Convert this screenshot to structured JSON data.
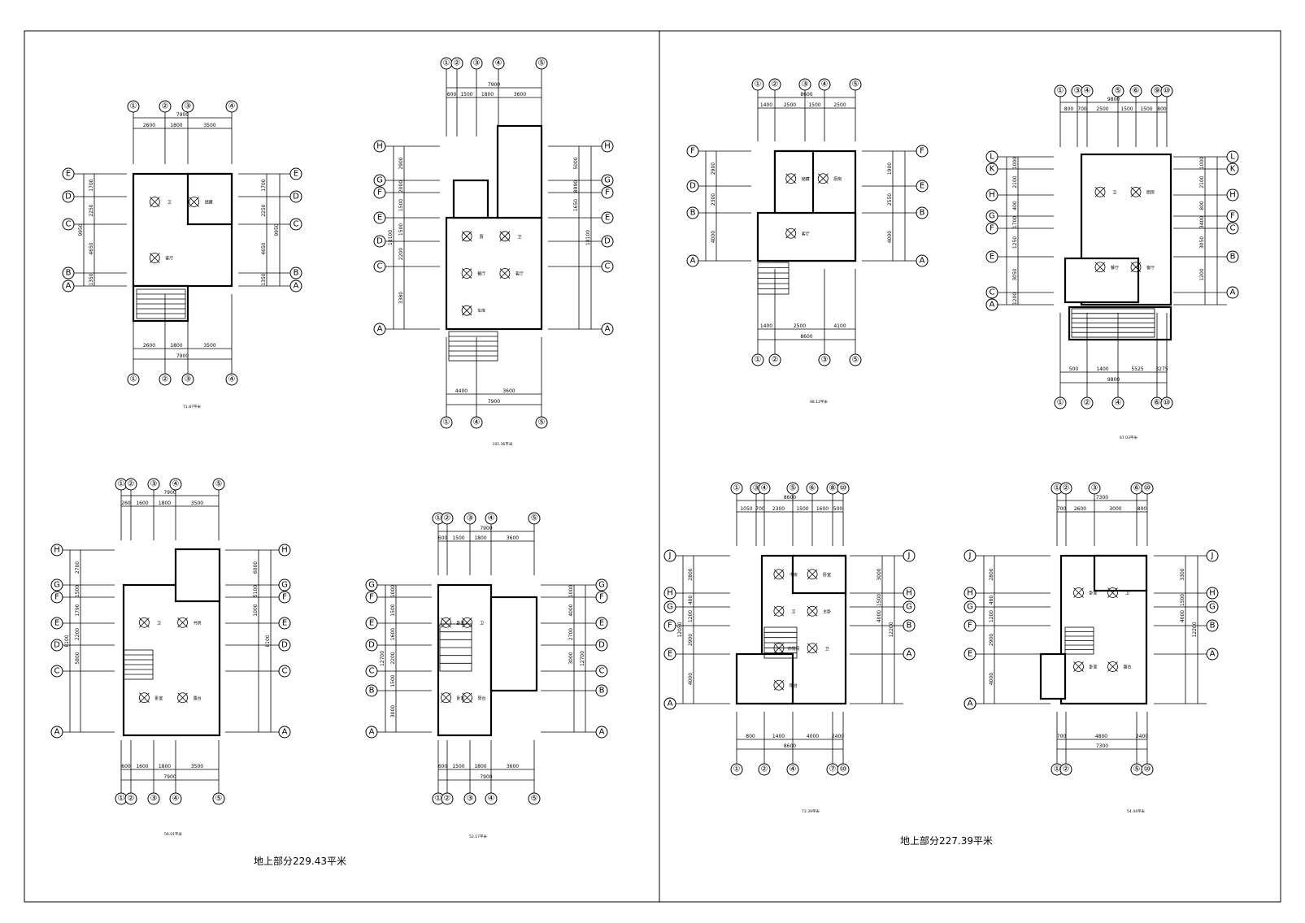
{
  "sheet": {
    "left_panel": {
      "total_area": "地上部分229.43平米",
      "plans": [
        {
          "id": "p1",
          "caption": "71.87平米",
          "top_axes": [
            "①",
            "②",
            "③",
            "④"
          ],
          "top_total": "7900",
          "top_dims": [
            "2600",
            "1800",
            "3500"
          ],
          "side_axes": [
            "E",
            "D",
            "C",
            "B",
            "A"
          ],
          "side_dims": [
            "1700",
            "2250",
            "4650",
            "1350"
          ],
          "side_total": "9950",
          "bottom_axes": [
            "①",
            "②",
            "③",
            "④"
          ],
          "bottom_total": "7900",
          "bottom_dims": [
            "2600",
            "1800",
            "3500"
          ],
          "rooms": [
            "卫",
            "储藏",
            "客厅"
          ]
        },
        {
          "id": "p2",
          "caption": "101.36平米",
          "top_axes": [
            "①",
            "②",
            "③",
            "④",
            "⑤"
          ],
          "top_total": "7900",
          "top_dims": [
            "600",
            "1500",
            "1800",
            "3600"
          ],
          "side_axes": [
            "H",
            "G",
            "F",
            "E",
            "D",
            "C",
            "A"
          ],
          "side_dims": [
            "2900",
            "2000",
            "1500",
            "1500",
            "2200",
            "3380"
          ],
          "side_total": "18100",
          "right_dims": [
            "5000",
            "8990",
            "1650"
          ],
          "bottom_axes": [
            "①",
            "④",
            "⑤"
          ],
          "bottom_total": "7900",
          "bottom_dims": [
            "4400",
            "3600"
          ],
          "rooms": [
            "厨",
            "卫",
            "餐厅",
            "客厅",
            "车库"
          ]
        },
        {
          "id": "p3",
          "caption": "56.01平米",
          "top_axes": [
            "①",
            "②",
            "③",
            "④",
            "⑤"
          ],
          "top_total": "7900",
          "top_dims": [
            "260",
            "1600",
            "1800",
            "3500"
          ],
          "side_axes": [
            "H",
            "G",
            "F",
            "E",
            "D",
            "C",
            "A"
          ],
          "side_dims": [
            "2700",
            "1500",
            "1790",
            "2200",
            "5800"
          ],
          "side_total": "8100",
          "right_dims": [
            "6000",
            "5100",
            "1000"
          ],
          "bottom_axes": [
            "①",
            "②",
            "③",
            "④",
            "⑤"
          ],
          "bottom_total": "7900",
          "bottom_dims": [
            "600",
            "1600",
            "1800",
            "3500"
          ],
          "rooms": [
            "卫",
            "书房",
            "卧室",
            "露台"
          ]
        },
        {
          "id": "p4",
          "caption": "52.17平米",
          "top_axes": [
            "①",
            "②",
            "③",
            "④",
            "⑤"
          ],
          "top_total": "7900",
          "top_dims": [
            "600",
            "1500",
            "1800",
            "3600"
          ],
          "side_axes": [
            "G",
            "F",
            "E",
            "D",
            "C",
            "B",
            "A"
          ],
          "side_dims": [
            "1000",
            "1500",
            "1600",
            "2200",
            "1500",
            "3000"
          ],
          "side_total": "12700",
          "right_dims": [
            "1000",
            "4000",
            "2700",
            "3000"
          ],
          "bottom_axes": [
            "①",
            "②",
            "③",
            "④",
            "⑤"
          ],
          "bottom_total": "7900",
          "bottom_dims": [
            "600",
            "1500",
            "1800",
            "3600"
          ],
          "rooms": [
            "卧室",
            "卫",
            "卧室",
            "阳台"
          ]
        }
      ]
    },
    "right_panel": {
      "total_area": "地上部分227.39平米",
      "plans": [
        {
          "id": "p5",
          "caption": "98.12平米",
          "top_axes": [
            "①",
            "②",
            "③",
            "④",
            "⑤"
          ],
          "top_total": "8600",
          "top_dims": [
            "1400",
            "2500",
            "1500",
            "2500"
          ],
          "side_axes": [
            "F",
            "D",
            "B",
            "A"
          ],
          "side_dims": [
            "2900",
            "2300",
            "4000"
          ],
          "right_dims": [
            "1900",
            "2550",
            "4000"
          ],
          "right_axes": [
            "F",
            "E",
            "B",
            "A"
          ],
          "bottom_axes": [
            "①",
            "②",
            "③",
            "⑤"
          ],
          "bottom_total": "8600",
          "bottom_dims": [
            "1400",
            "2500",
            "4100"
          ],
          "rooms": [
            "储藏",
            "厨房",
            "客厅"
          ]
        },
        {
          "id": "p6",
          "caption": "67.03平米",
          "top_axes": [
            "①",
            "③",
            "④",
            "⑤",
            "⑥",
            "⑨",
            "⑩"
          ],
          "top_total": "9800",
          "top_dims": [
            "800",
            "700",
            "2500",
            "1500",
            "1500",
            "800"
          ],
          "side_axes": [
            "L",
            "K",
            "H",
            "G",
            "F",
            "E",
            "C",
            "B",
            "A"
          ],
          "side_dims": [
            "1000",
            "2100",
            "400",
            "1700",
            "1250",
            "3050",
            "1200"
          ],
          "right_axes": [
            "L",
            "K",
            "H",
            "F",
            "C",
            "B",
            "A"
          ],
          "right_dims": [
            "1000",
            "2100",
            "800",
            "3400",
            "3050",
            "1200"
          ],
          "bottom_axes": [
            "①",
            "②",
            "④",
            "⑥",
            "⑩"
          ],
          "bottom_total": "9800",
          "bottom_dims": [
            "500",
            "1400",
            "5525",
            "3275"
          ],
          "rooms": [
            "卫",
            "厨房",
            "餐厅",
            "客厅"
          ]
        },
        {
          "id": "p7",
          "caption": "73.39平米",
          "top_axes": [
            "①",
            "③",
            "④",
            "⑤",
            "⑥",
            "⑧",
            "⑩"
          ],
          "top_total": "8600",
          "top_dims": [
            "1050",
            "700",
            "2300",
            "1500",
            "1600",
            "500"
          ],
          "side_axes": [
            "J",
            "H",
            "G",
            "F",
            "E",
            "B",
            "A"
          ],
          "side_dims": [
            "2800",
            "400",
            "1200",
            "2900",
            "4000"
          ],
          "side_total": "12050",
          "right_axes": [
            "J",
            "H",
            "G",
            "B",
            "A"
          ],
          "right_dims": [
            "3000",
            "1500",
            "4000"
          ],
          "right_total": "12200",
          "bottom_axes": [
            "①",
            "②",
            "④",
            "⑦",
            "⑩"
          ],
          "bottom_total": "8600",
          "bottom_dims": [
            "800",
            "1400",
            "4000",
            "2400"
          ],
          "rooms": [
            "书房",
            "卧室",
            "卫",
            "主卧",
            "衣帽间",
            "卫",
            "阳台"
          ]
        },
        {
          "id": "p8",
          "caption": "54.44平米",
          "top_axes": [
            "①",
            "②",
            "③",
            "⑥",
            "⑩"
          ],
          "top_total": "7300",
          "top_dims": [
            "700",
            "2600",
            "3000",
            "800"
          ],
          "side_axes": [
            "J",
            "H",
            "G",
            "F",
            "E",
            "B",
            "A"
          ],
          "side_dims": [
            "2800",
            "400",
            "1200",
            "2900",
            "4000"
          ],
          "right_axes": [
            "J",
            "H",
            "G",
            "B",
            "A"
          ],
          "right_dims": [
            "3300",
            "1500",
            "4000"
          ],
          "right_total": "12200",
          "bottom_axes": [
            "①",
            "②",
            "⑤",
            "⑩"
          ],
          "bottom_total": "7300",
          "bottom_dims": [
            "700",
            "4800",
            "2400"
          ],
          "rooms": [
            "卧室",
            "卫",
            "卧室",
            "露台"
          ]
        }
      ]
    }
  }
}
